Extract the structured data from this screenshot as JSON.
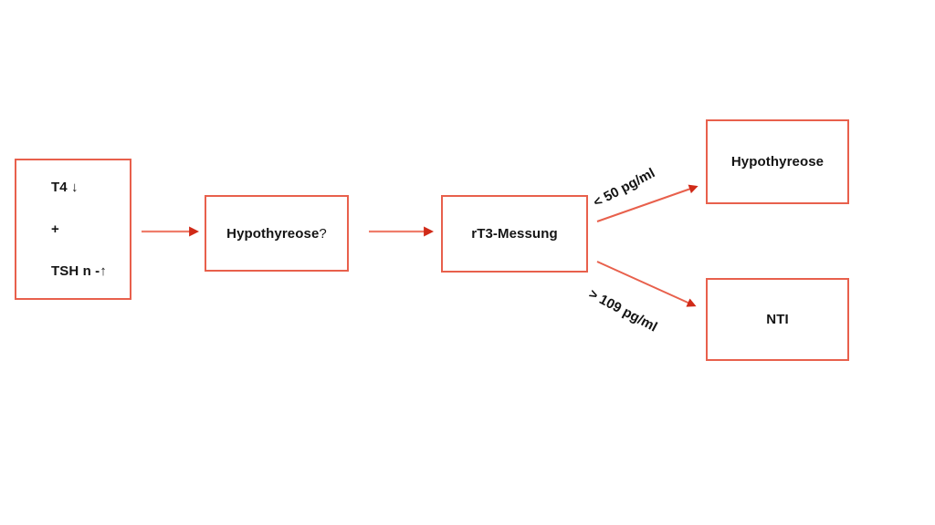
{
  "diagram": {
    "title": "rT3 diagnostic flowchart",
    "background_color": "#ffffff",
    "box_border_color": "#e8604c",
    "arrow_line_color": "#e8604c",
    "arrow_head_color": "#d02a18",
    "text_color": "#141414",
    "nodes": {
      "initial": {
        "lines": [
          "T4 ↓",
          "+",
          "TSH n -↑"
        ]
      },
      "suspect": {
        "label": "Hypothyreose",
        "suffix": "?"
      },
      "rt3": {
        "label": "rT3-Messung"
      },
      "hypothyreose": {
        "label": "Hypothyreose"
      },
      "nti": {
        "label": "NTI"
      }
    },
    "edges": {
      "initial_to_suspect": {
        "label": ""
      },
      "suspect_to_rt3": {
        "label": ""
      },
      "rt3_to_hypothyreose": {
        "label": "< 50 pg/ml"
      },
      "rt3_to_nti": {
        "label": "> 109 pg/ml"
      }
    }
  }
}
